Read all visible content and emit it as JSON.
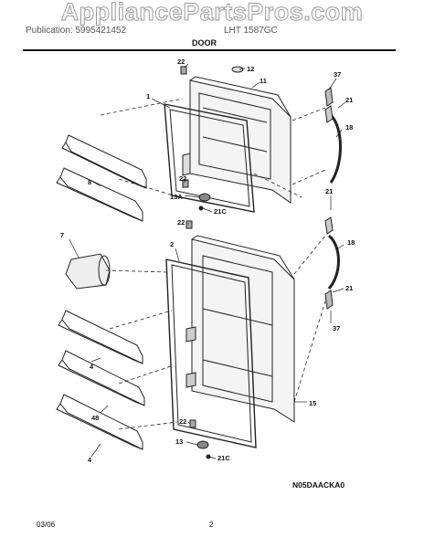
{
  "watermark": "AppliancePartsPros.com",
  "header_left": "Publication: 5995421452",
  "header_right": "LHT 1587GC",
  "title": "DOOR",
  "diagram_code": "N05DAACKA0",
  "footer_date": "03/06",
  "footer_page": "2",
  "callouts": {
    "c22a": "22",
    "c12": "12",
    "c11": "11",
    "c37a": "37",
    "c21a": "21",
    "c1": "1",
    "c18a": "18",
    "c8": "8",
    "c22b": "22",
    "c13a": "13A",
    "c21c_a": "21C",
    "c21b": "21",
    "c22c": "22",
    "c2": "2",
    "c7": "7",
    "c18b": "18",
    "c21d": "21",
    "c37b": "37",
    "c4a": "4",
    "c48": "48",
    "c15": "15",
    "c4b": "4",
    "c22d": "22",
    "c13": "13",
    "c21c_b": "21C"
  }
}
